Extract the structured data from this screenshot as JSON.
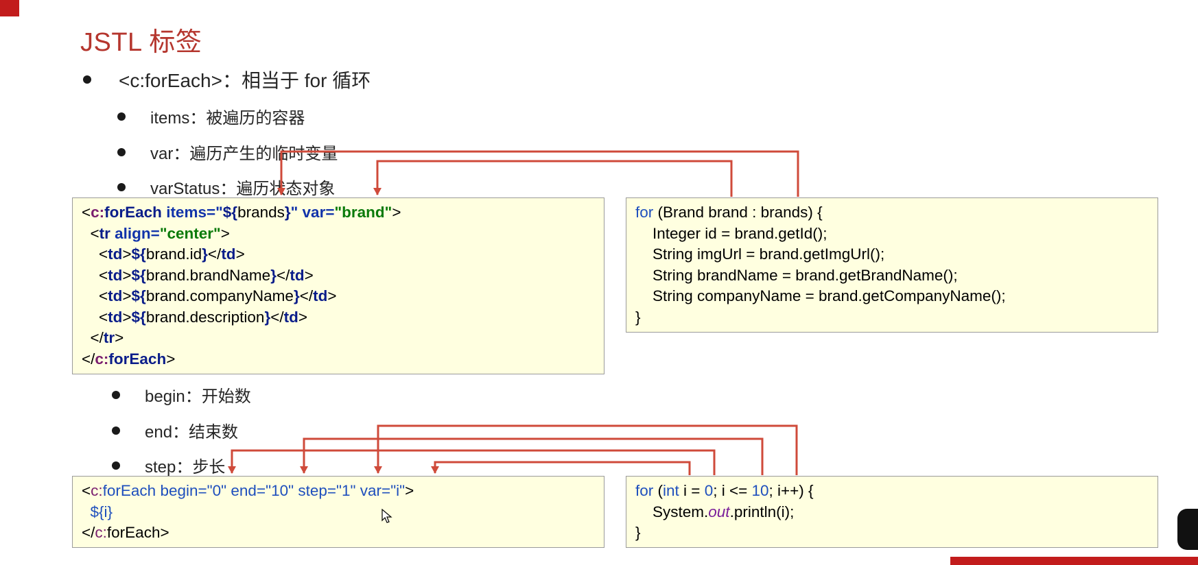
{
  "slide": {
    "title": "JSTL 标签",
    "main_bullet": "<c:forEach>：相当于 for 循环",
    "sub_bullets_1": [
      "items：被遍历的容器",
      "var：遍历产生的临时变量",
      "varStatus：遍历状态对象"
    ],
    "sub_bullets_2": [
      "begin：开始数",
      "end：结束数",
      "step：步长"
    ]
  },
  "code_jstl_1": {
    "l1_open": "<",
    "l1_ns": "c:",
    "l1_tag": "forEach",
    "l1_attr1": " items=\"",
    "l1_el_open": "${",
    "l1_el_body": "brands",
    "l1_el_close": "}",
    "l1_attr1_end": "\"",
    "l1_attr2": " var=",
    "l1_str2": "\"brand\"",
    "l1_end": ">",
    "l2_open": "  <",
    "l2_tag": "tr",
    "l2_attr": " align=",
    "l2_str": "\"center\"",
    "l2_end": ">",
    "rows": [
      {
        "open": "    <",
        "td1": "td",
        "mid": ">",
        "el_open": "${",
        "body": "brand.id",
        "el_close": "}",
        "close": "</",
        "td2": "td",
        "end": ">"
      },
      {
        "open": "    <",
        "td1": "td",
        "mid": ">",
        "el_open": "${",
        "body": "brand.brandName",
        "el_close": "}",
        "close": "</",
        "td2": "td",
        "end": ">"
      },
      {
        "open": "    <",
        "td1": "td",
        "mid": ">",
        "el_open": "${",
        "body": "brand.companyName",
        "el_close": "}",
        "close": "</",
        "td2": "td",
        "end": ">"
      },
      {
        "open": "    <",
        "td1": "td",
        "mid": ">",
        "el_open": "${",
        "body": "brand.description",
        "el_close": "}",
        "close": "</",
        "td2": "td",
        "end": ">"
      }
    ],
    "l7_open": "  </",
    "l7_tag": "tr",
    "l7_end": ">",
    "l8_open": "</",
    "l8_ns": "c:",
    "l8_tag": "forEach",
    "l8_end": ">"
  },
  "code_java_1": {
    "l1_kw": "for",
    "l1_rest": " (Brand brand : brands) {",
    "l2": "    Integer id = brand.getId();",
    "l3": "    String imgUrl = brand.getImgUrl();",
    "l4": "    String brandName = brand.getBrandName();",
    "l5": "    String companyName = brand.getCompanyName();",
    "l6": "}"
  },
  "code_jstl_2": {
    "l1_open": "<",
    "l1_ns": "c:",
    "l1_tag": "forEach",
    "l1_a1": " begin=",
    "l1_s1": "\"0\"",
    "l1_a2": " end=",
    "l1_s2": "\"10\"",
    "l1_a3": " step=",
    "l1_s3": "\"1\"",
    "l1_a4": " var=",
    "l1_s4": "\"i\"",
    "l1_end": ">",
    "l2": "  ${i}",
    "l3_open": "</",
    "l3_ns": "c:",
    "l3_tag": "forEach",
    "l3_end": ">"
  },
  "code_java_2": {
    "l1_kw": "for",
    "l1_a": " (",
    "l1_int": "int",
    "l1_b": " i = ",
    "l1_n0": "0",
    "l1_c": "; i <= ",
    "l1_n10": "10",
    "l1_d": "; i++) {",
    "l2_a": "    System.",
    "l2_out": "out",
    "l2_b": ".println(i);",
    "l3": "}"
  },
  "colors": {
    "title": "#b5362e",
    "arrow": "#cf4a3a",
    "code_bg": "#ffffe0"
  },
  "icons": [
    "mouse-cursor-icon"
  ]
}
